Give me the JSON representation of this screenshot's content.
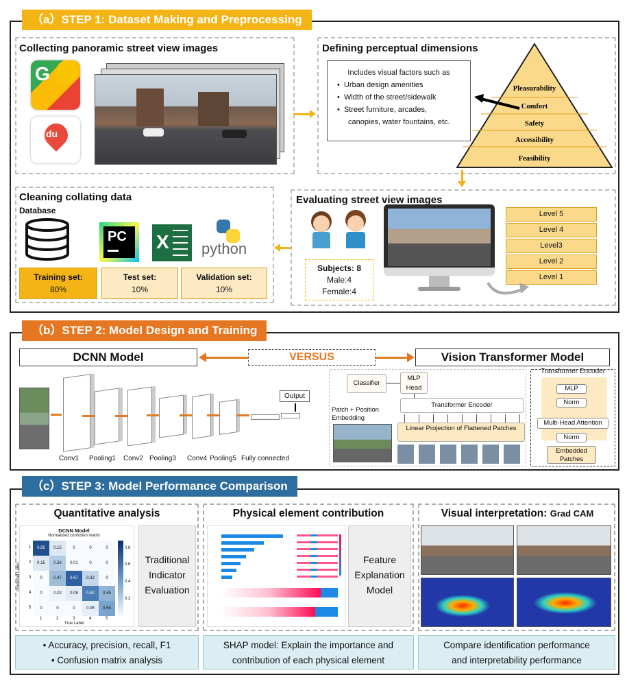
{
  "step1": {
    "banner": "（a）STEP 1: Dataset Making and Preprocessing",
    "collecting": "Collecting panoramic street view images",
    "defining": "Defining perceptual dimensions",
    "visual_factors": {
      "intro": "Includes visual factors such as",
      "items": [
        "Urban design amenities",
        "Width of the street/sidewalk",
        "Street furniture, arcades,",
        "canopies, water fountains, etc."
      ]
    },
    "pyramid": [
      "Pleasurability",
      "Comfort",
      "Safety",
      "Accessibility",
      "Feasibility"
    ],
    "cleaning": "Cleaning collating data",
    "database": "Database",
    "pc_logo": "PC",
    "excel_logo": "X",
    "python_logo": "python",
    "google_logo": "G",
    "du_logo": "du",
    "sets": [
      {
        "name": "Training set:",
        "value": "80%"
      },
      {
        "name": "Test set:",
        "value": "10%"
      },
      {
        "name": "Validation set:",
        "value": "10%"
      }
    ],
    "evaluating": "Evaluating street view images",
    "subjects": {
      "title": "Subjects: 8",
      "male": "Male:4",
      "female": "Female:4"
    },
    "levels": [
      "Level 5",
      "Level 4",
      "Level3",
      "Level 2",
      "Level 1"
    ]
  },
  "step2": {
    "banner": "（b）STEP 2: Model Design and Training",
    "dcnn": "DCNN Model",
    "versus": "VERSUS",
    "vit": "Vision Transformer Model",
    "conv_labels": [
      "Conv1",
      "Pooling1",
      "Conv2",
      "Pooling3",
      "Conv4",
      "Pooling5",
      "Fully connected"
    ],
    "output": "Output",
    "classifier": "Classifier",
    "mlp_head": "MLP Head",
    "transformer_encoder": "Transformer Encoder",
    "patch_embedding": "Patch + Position Embedding",
    "linear_projection": "Linear Projection of Flattened Patches",
    "encoder_title": "Transformer Encoder",
    "mlp": "MLP",
    "norm": "Norm",
    "mha": "Multi-Head Attention",
    "embedded_patches": "Embedded Patches"
  },
  "step3": {
    "banner": "（c）STEP 3: Model Performance Comparison",
    "quant": "Quantitative analysis",
    "physical": "Physical element contribution",
    "visual_a": "Visual interpretation: ",
    "visual_b": "Grad CAM",
    "cm_title": "DCNN Model",
    "cm_sub": "Normalized confusion matrix",
    "cm_xlabel": "True Label",
    "cm_ylabel": "Predicted Label",
    "cm_labels": [
      "1",
      "2",
      "3",
      "4",
      "5"
    ],
    "cm_colorbar": [
      "0.8",
      "0.6",
      "0.4",
      "0.2"
    ],
    "cm_cells": [
      [
        "0.85",
        "0.15",
        "0",
        "0",
        "0"
      ],
      [
        "0.15",
        "0.36",
        "0.01",
        "0",
        "0"
      ],
      [
        "0",
        "0.47",
        "0.67",
        "0.32",
        "0"
      ],
      [
        "0",
        "0.02",
        "0.08",
        "0.62",
        "0.45"
      ],
      [
        "0",
        "0",
        "0",
        "0.06",
        "0.55"
      ]
    ],
    "traditional": [
      "Traditional",
      "Indicator",
      "Evaluation"
    ],
    "feature": [
      "Feature",
      "Explanation",
      "Model"
    ],
    "bottom_left": [
      "• Accuracy, precision, recall, F1",
      "• Confusion matrix analysis"
    ],
    "bottom_mid": [
      "SHAP model: Explain the importance and",
      "contribution of each physical element"
    ],
    "bottom_right": [
      "Compare identification performance",
      "and interpretability performance"
    ]
  }
}
